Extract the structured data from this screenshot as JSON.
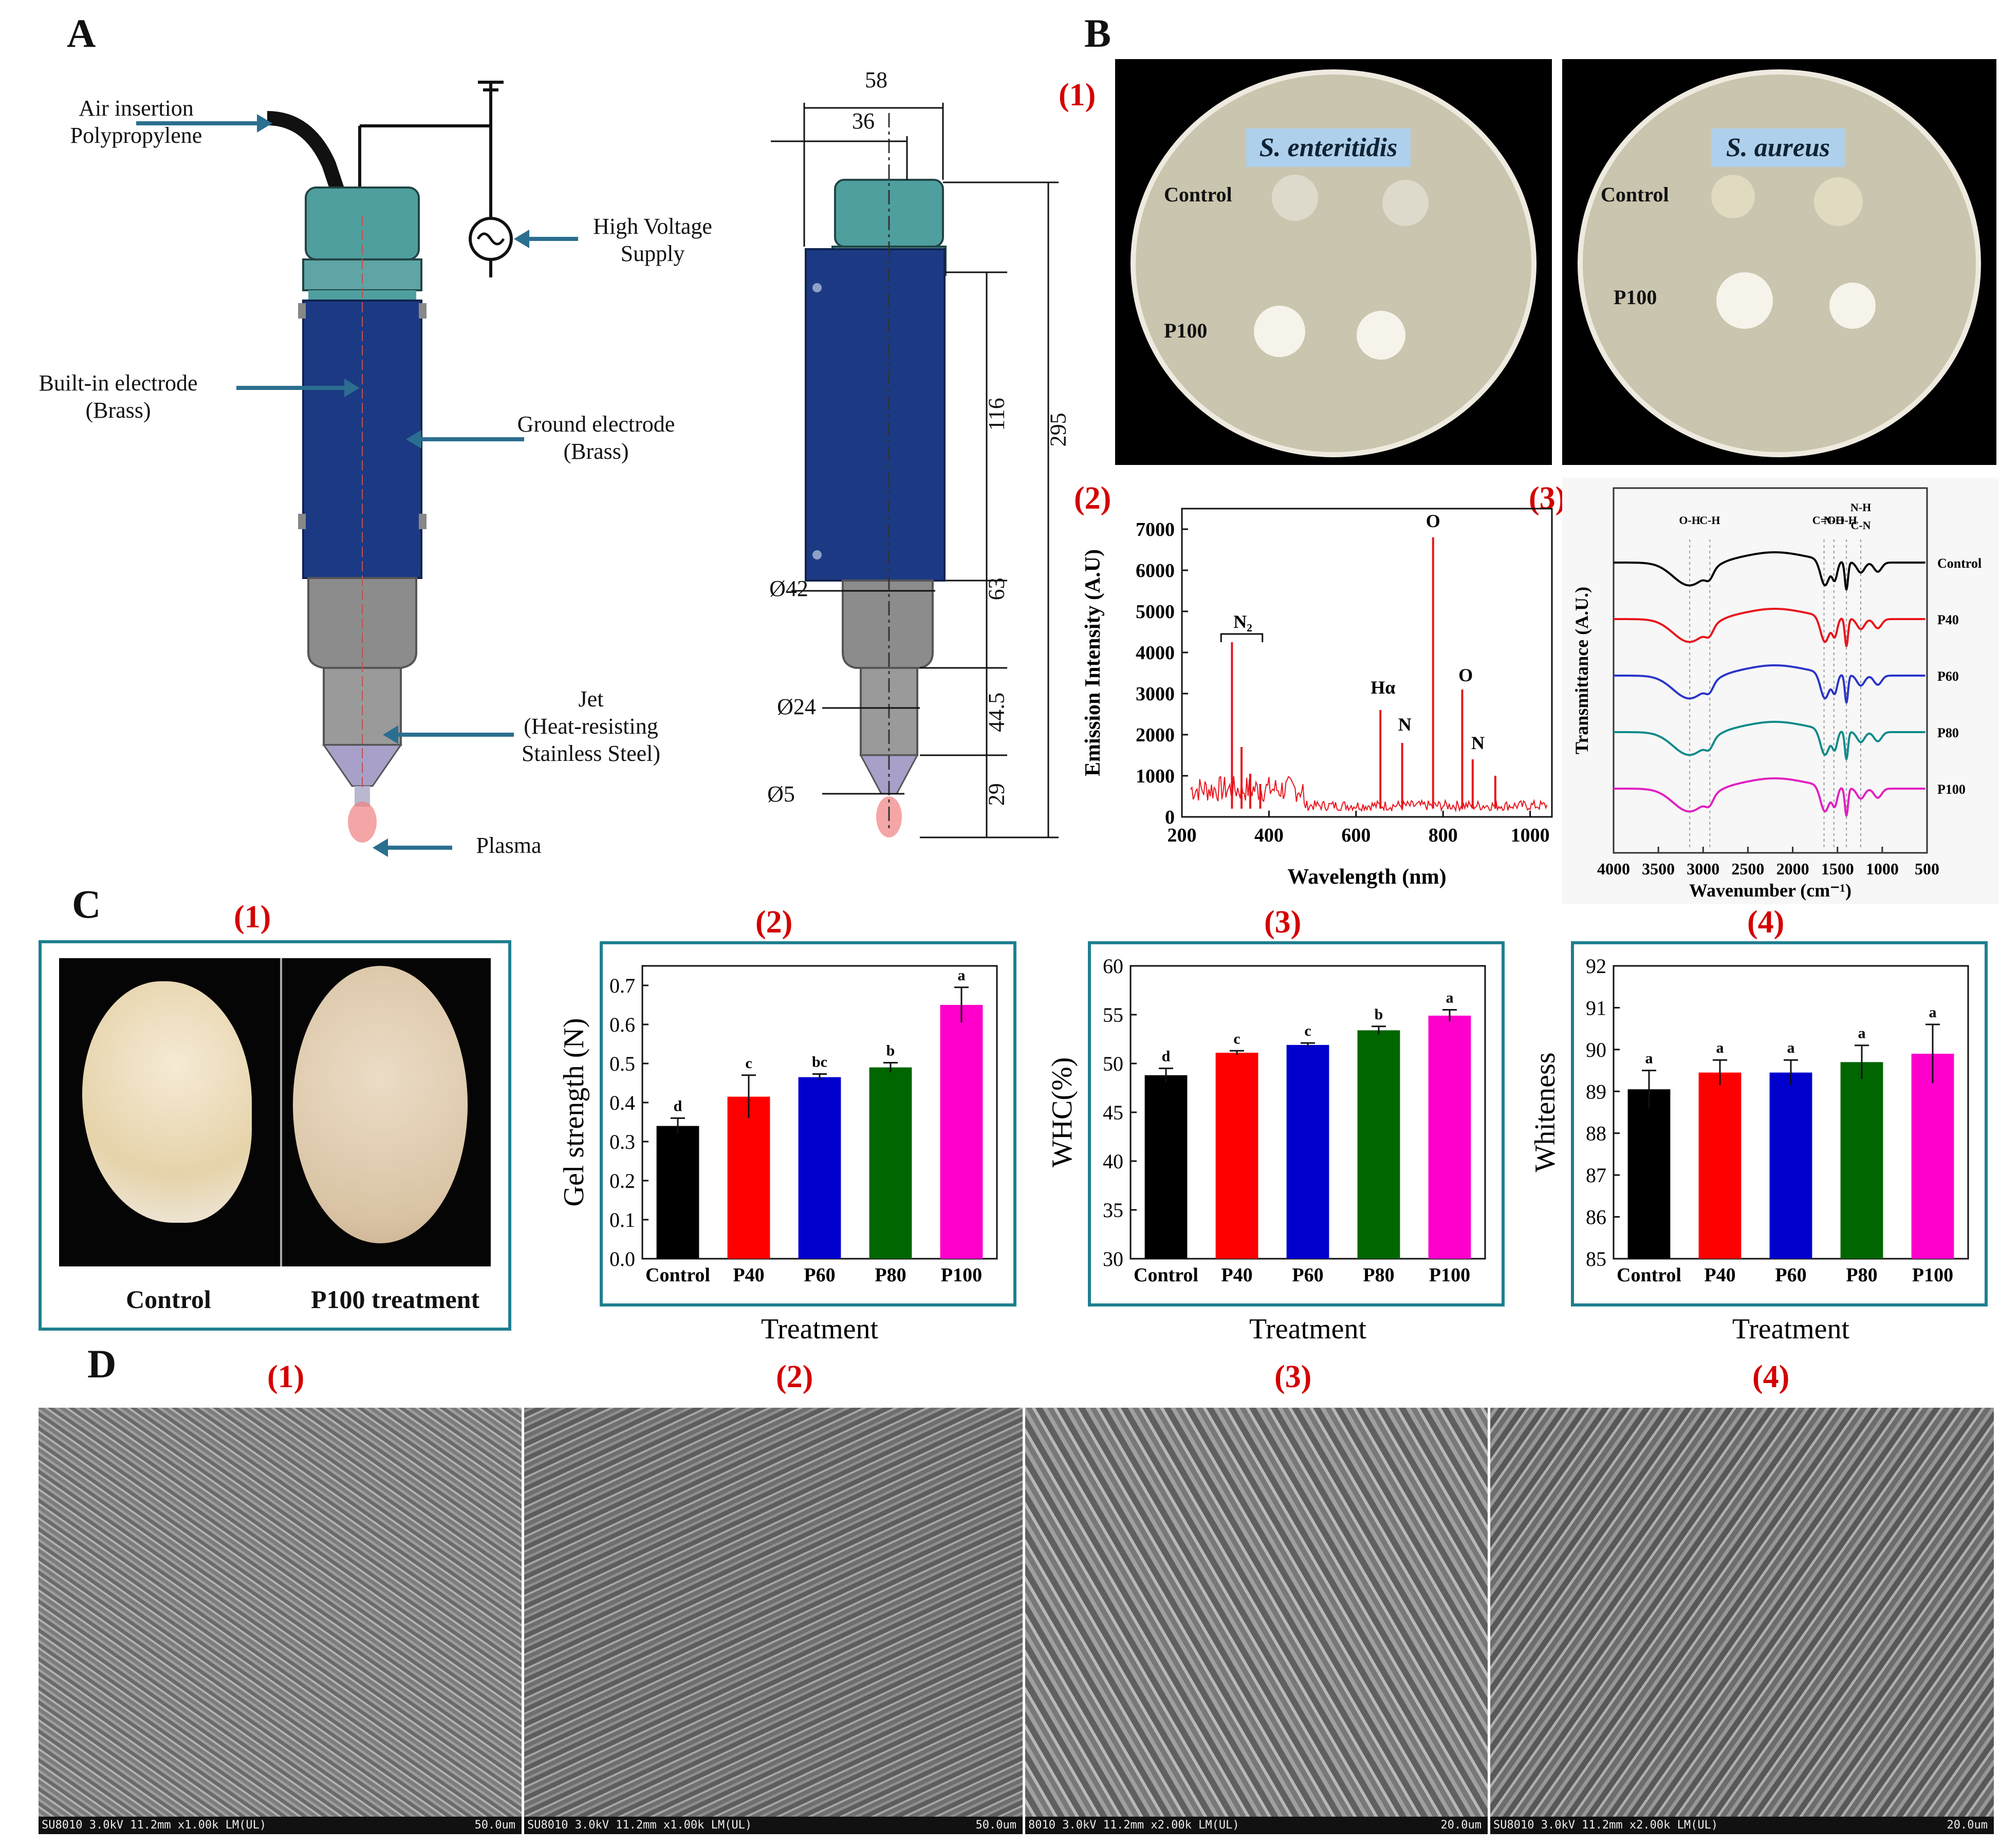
{
  "panels": {
    "A": {
      "letter": "A",
      "labels": {
        "air": [
          "Air insertion",
          "Polypropylene"
        ],
        "hv": [
          "High Voltage",
          "Supply"
        ],
        "builtin": [
          "Built-in electrode",
          "(Brass)"
        ],
        "ground": [
          "Ground electrode",
          "(Brass)"
        ],
        "jet": [
          "Jet",
          "(Heat-resisting",
          "Stainless Steel)"
        ],
        "plasma": "Plasma"
      },
      "dimensions": {
        "w58": "58",
        "w36": "36",
        "h116": "116",
        "h295": "295",
        "h63": "63",
        "d42": "Ø42",
        "h44": "44.5",
        "d24": "Ø24",
        "h29": "29",
        "d5": "Ø5"
      },
      "colors": {
        "body": "#1c3a84",
        "cap": "#4f9f9f",
        "steel": "#8c8c8c"
      }
    },
    "B": {
      "letter": "B",
      "sub1": {
        "tag": "(1)",
        "plate1": {
          "title": "S. enteritidis",
          "control": "Control",
          "treated": "P100"
        },
        "plate2": {
          "title": "S. aureus",
          "control": "Control",
          "treated": "P100"
        }
      },
      "sub2": {
        "tag": "(2)"
      },
      "sub3": {
        "tag": "(3)"
      }
    },
    "C": {
      "letter": "C",
      "sub1": {
        "tag": "(1)",
        "control": "Control",
        "treated": "P100 treatment"
      },
      "sub2": {
        "tag": "(2)"
      },
      "sub3": {
        "tag": "(3)"
      },
      "sub4": {
        "tag": "(4)"
      }
    },
    "D": {
      "letter": "D",
      "tags": [
        "(1)",
        "(2)",
        "(3)",
        "(4)"
      ],
      "captions": [
        {
          "text": "SU8010 3.0kV 11.2mm x1.00k LM(UL)",
          "scale": "50.0um"
        },
        {
          "text": "SU8010 3.0kV 11.2mm x1.00k LM(UL)",
          "scale": "50.0um"
        },
        {
          "text": "8010 3.0kV 11.2mm x2.00k LM(UL)",
          "scale": "20.0um"
        },
        {
          "text": "SU8010 3.0kV 11.2mm x2.00k LM(UL)",
          "scale": "20.0um"
        }
      ]
    }
  },
  "chart_data": [
    {
      "id": "B2",
      "type": "line",
      "xlabel": "Wavelength (nm)",
      "ylabel": "Emission Intensity (A.U)",
      "xlim": [
        200,
        1050
      ],
      "ylim": [
        0,
        7500
      ],
      "xticks": [
        200,
        400,
        600,
        800,
        1000
      ],
      "yticks": [
        0,
        1000,
        2000,
        3000,
        4000,
        5000,
        6000,
        7000
      ],
      "color": "#e8141c",
      "peaks": [
        {
          "x": 315,
          "y": 4250
        },
        {
          "x": 337,
          "y": 1700
        },
        {
          "x": 357,
          "y": 1050
        },
        {
          "x": 380,
          "y": 800
        },
        {
          "x": 656,
          "y": 2600
        },
        {
          "x": 706,
          "y": 1800
        },
        {
          "x": 777,
          "y": 6800
        },
        {
          "x": 844,
          "y": 3100
        },
        {
          "x": 868,
          "y": 1400
        },
        {
          "x": 920,
          "y": 1000
        }
      ],
      "annotations": [
        {
          "text": "N₂",
          "x": 340,
          "y": 4600
        },
        {
          "text": "Hα",
          "x": 662,
          "y": 3000
        },
        {
          "text": "N",
          "x": 712,
          "y": 2100
        },
        {
          "text": "O",
          "x": 777,
          "y": 7050
        },
        {
          "text": "O",
          "x": 852,
          "y": 3300
        },
        {
          "text": "N",
          "x": 880,
          "y": 1650
        }
      ]
    },
    {
      "id": "B3",
      "type": "line",
      "xlabel": "Wavenumber (cm⁻¹)",
      "ylabel": "Transmittance (A.U.)",
      "xlim": [
        4000,
        500
      ],
      "xticks": [
        4000,
        3500,
        3000,
        2500,
        2000,
        1500,
        1000,
        500
      ],
      "bands": [
        {
          "text": "O-H",
          "x": 3150
        },
        {
          "text": "C-H",
          "x": 2925
        },
        {
          "text": "C=O",
          "x": 1650
        },
        {
          "text": "N-H",
          "x": 1540
        },
        {
          "text": "O-H",
          "x": 1400
        },
        {
          "text": "N-H",
          "x": 1240
        },
        {
          "text": "C-N",
          "x": 1240
        }
      ],
      "series": [
        {
          "name": "Control",
          "color": "#000000",
          "offset": 4
        },
        {
          "name": "P40",
          "color": "#e8141c",
          "offset": 3
        },
        {
          "name": "P60",
          "color": "#2a35c8",
          "offset": 2
        },
        {
          "name": "P80",
          "color": "#0e8a8a",
          "offset": 1
        },
        {
          "name": "P100",
          "color": "#e020c0",
          "offset": 0
        }
      ]
    },
    {
      "id": "C2",
      "type": "bar",
      "xlabel": "Treatment",
      "ylabel": "Gel strength (N)",
      "ylim": [
        0.0,
        0.75
      ],
      "yticks": [
        "0.0",
        "0.1",
        "0.2",
        "0.3",
        "0.4",
        "0.5",
        "0.6",
        "0.7"
      ],
      "categories": [
        "Control",
        "P40",
        "P60",
        "P80",
        "P100"
      ],
      "values": [
        0.34,
        0.415,
        0.465,
        0.49,
        0.65
      ],
      "errors": [
        0.02,
        0.055,
        0.008,
        0.012,
        0.045
      ],
      "letters": [
        "d",
        "c",
        "bc",
        "b",
        "a"
      ],
      "colors": [
        "#000000",
        "#ff0000",
        "#0000cc",
        "#006600",
        "#ff00cc"
      ]
    },
    {
      "id": "C3",
      "type": "bar",
      "xlabel": "Treatment",
      "ylabel": "WHC(%)",
      "ylim": [
        30,
        60
      ],
      "yticks": [
        "30",
        "35",
        "40",
        "45",
        "50",
        "55",
        "60"
      ],
      "categories": [
        "Control",
        "P40",
        "P60",
        "P80",
        "P100"
      ],
      "values": [
        48.8,
        51.1,
        51.9,
        53.4,
        54.9
      ],
      "errors": [
        0.7,
        0.2,
        0.2,
        0.4,
        0.6
      ],
      "letters": [
        "d",
        "c",
        "c",
        "b",
        "a"
      ],
      "colors": [
        "#000000",
        "#ff0000",
        "#0000cc",
        "#006600",
        "#ff00cc"
      ]
    },
    {
      "id": "C4",
      "type": "bar",
      "xlabel": "Treatment",
      "ylabel": "Whiteness",
      "ylim": [
        85,
        92
      ],
      "yticks": [
        "85",
        "86",
        "87",
        "88",
        "89",
        "90",
        "91",
        "92"
      ],
      "categories": [
        "Control",
        "P40",
        "P60",
        "P80",
        "P100"
      ],
      "values": [
        89.05,
        89.45,
        89.45,
        89.7,
        89.9
      ],
      "errors": [
        0.45,
        0.3,
        0.3,
        0.4,
        0.7
      ],
      "letters": [
        "a",
        "a",
        "a",
        "a",
        "a"
      ],
      "colors": [
        "#000000",
        "#ff0000",
        "#0000cc",
        "#006600",
        "#ff00cc"
      ]
    }
  ]
}
